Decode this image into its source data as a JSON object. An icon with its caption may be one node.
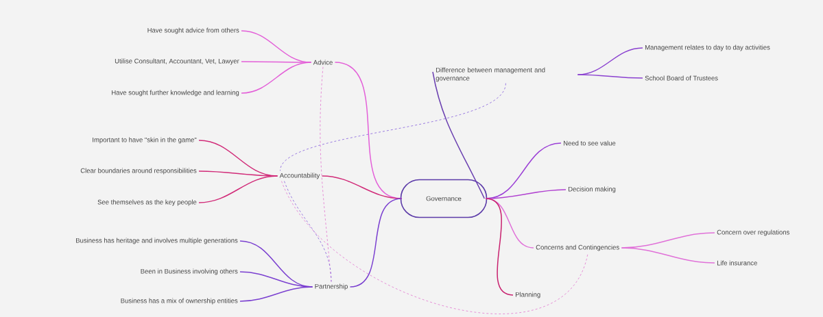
{
  "diagram": {
    "nodes": [
      {
        "text": [
          "Governance"
        ]
      },
      {
        "text": [
          "Advice"
        ]
      },
      {
        "text": [
          "Have sought advice from others"
        ]
      },
      {
        "text": [
          "Utilise Consultant, Accountant, Vet, Lawyer"
        ]
      },
      {
        "text": [
          "Have sought further knowledge and learning"
        ]
      },
      {
        "text": [
          "Accountability"
        ]
      },
      {
        "text": [
          "Important to have \"skin in the game\""
        ]
      },
      {
        "text": [
          "Clear boundaries around responsibilities"
        ]
      },
      {
        "text": [
          "See themselves as the key people"
        ]
      },
      {
        "text": [
          "Partnership"
        ]
      },
      {
        "text": [
          "Business has heritage and involves multiple generations"
        ]
      },
      {
        "text": [
          "Been in Business involving others"
        ]
      },
      {
        "text": [
          "Business has a mix of ownership entities"
        ]
      },
      {
        "text": [
          "Difference between management and governance"
        ]
      },
      {
        "text": [
          "Management relates to day to day activities"
        ]
      },
      {
        "text": [
          "School Board of Trustees"
        ]
      },
      {
        "text": [
          "Need to see value"
        ]
      },
      {
        "text": [
          "Decision making"
        ]
      },
      {
        "text": [
          "Concerns and Contingencies"
        ]
      },
      {
        "text": [
          "Concern over regulations"
        ]
      },
      {
        "text": [
          "Life insurance"
        ]
      },
      {
        "text": [
          "Planning"
        ]
      }
    ],
    "edges": [
      {
        "from": 0,
        "to": 1,
        "arrow": "none",
        "color": "#e35fd8"
      },
      {
        "from": 1,
        "to": 2,
        "arrow": "none",
        "color": "#e35fd8"
      },
      {
        "from": 1,
        "to": 3,
        "arrow": "none",
        "color": "#e35fd8"
      },
      {
        "from": 1,
        "to": 4,
        "arrow": "none",
        "color": "#e35fd8"
      },
      {
        "from": 0,
        "to": 5,
        "arrow": "none",
        "color": "#d12a78"
      },
      {
        "from": 5,
        "to": 6,
        "arrow": "none",
        "color": "#d12a78"
      },
      {
        "from": 5,
        "to": 7,
        "arrow": "none",
        "color": "#d12a78"
      },
      {
        "from": 5,
        "to": 8,
        "arrow": "none",
        "color": "#d12a78"
      },
      {
        "from": 0,
        "to": 9,
        "arrow": "none",
        "color": "#7a3fd0"
      },
      {
        "from": 9,
        "to": 10,
        "arrow": "none",
        "color": "#7a3fd0"
      },
      {
        "from": 9,
        "to": 11,
        "arrow": "none",
        "color": "#7a3fd0"
      },
      {
        "from": 9,
        "to": 12,
        "arrow": "none",
        "color": "#7a3fd0"
      },
      {
        "from": 0,
        "to": 13,
        "arrow": "none",
        "color": "#6a3fb0"
      },
      {
        "from": 13,
        "to": 14,
        "arrow": "none",
        "color": "#8a40d0"
      },
      {
        "from": 13,
        "to": 15,
        "arrow": "none",
        "color": "#8a40d0"
      },
      {
        "from": 0,
        "to": 16,
        "arrow": "none",
        "color": "#9b3fd6"
      },
      {
        "from": 0,
        "to": 17,
        "arrow": "none",
        "color": "#b040d0"
      },
      {
        "from": 0,
        "to": 18,
        "arrow": "none",
        "color": "#e070d8"
      },
      {
        "from": 18,
        "to": 19,
        "arrow": "none",
        "color": "#e070d8"
      },
      {
        "from": 18,
        "to": 20,
        "arrow": "none",
        "color": "#e070d8"
      },
      {
        "from": 0,
        "to": 21,
        "arrow": "none",
        "color": "#c8206e"
      },
      {
        "from": 1,
        "to": 9,
        "arrow": "none",
        "style": "dashed",
        "color": "#e58fd6"
      },
      {
        "from": 5,
        "to": 9,
        "arrow": "none",
        "style": "dashed",
        "color": "#9a7ae0"
      },
      {
        "from": 13,
        "to": 5,
        "arrow": "none",
        "style": "dashed",
        "color": "#9a7ae0"
      },
      {
        "from": 5,
        "to": 18,
        "arrow": "none",
        "style": "dashed",
        "color": "#e58fd6"
      }
    ]
  }
}
